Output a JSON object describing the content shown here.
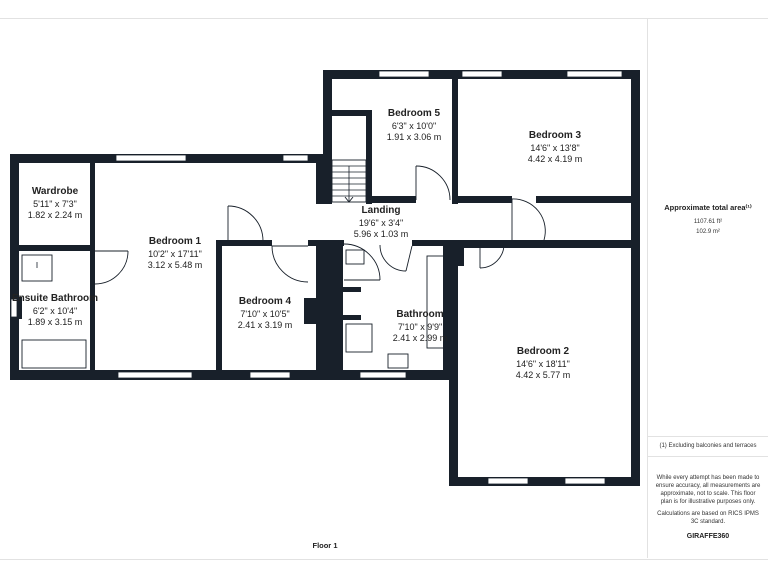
{
  "plan": {
    "floor_label": "Floor 1",
    "rooms": [
      {
        "id": "wardrobe",
        "name": "Wardrobe",
        "imperial": "5'11\" x 7'3\"",
        "metric": "1.82 x 2.24 m"
      },
      {
        "id": "bedroom-1",
        "name": "Bedroom 1",
        "imperial": "10'2\" x 17'11\"",
        "metric": "3.12 x 5.48 m"
      },
      {
        "id": "ensuite-bathroom",
        "name": "Ensuite Bathroom",
        "imperial": "6'2\" x 10'4\"",
        "metric": "1.89 x 3.15 m"
      },
      {
        "id": "bedroom-4",
        "name": "Bedroom 4",
        "imperial": "7'10\" x 10'5\"",
        "metric": "2.41 x 3.19 m"
      },
      {
        "id": "bedroom-5",
        "name": "Bedroom 5",
        "imperial": "6'3\" x 10'0\"",
        "metric": "1.91 x 3.06 m"
      },
      {
        "id": "landing",
        "name": "Landing",
        "imperial": "19'6\" x 3'4\"",
        "metric": "5.96 x 1.03 m"
      },
      {
        "id": "bedroom-3",
        "name": "Bedroom 3",
        "imperial": "14'6\" x 13'8\"",
        "metric": "4.42 x 4.19 m"
      },
      {
        "id": "bathroom",
        "name": "Bathroom",
        "imperial": "7'10\" x 9'9\"",
        "metric": "2.41 x 2.99 m"
      },
      {
        "id": "bedroom-2",
        "name": "Bedroom 2",
        "imperial": "14'6\" x 18'11\"",
        "metric": "4.42 x 5.77 m"
      }
    ]
  },
  "panel": {
    "area_title": "Approximate total area⁽¹⁾",
    "area_sqft": "1107.61 ft²",
    "area_sqm": "102.9 m²",
    "footnote": "(1) Excluding balconies and terraces",
    "disclaimer": "While every attempt has been made to ensure accuracy, all measurements are approximate, not to scale. This floor plan is for illustrative purposes only.",
    "calculation": "Calculations are based on RICS IPMS 3C standard.",
    "brand": "GIRAFFE360"
  }
}
